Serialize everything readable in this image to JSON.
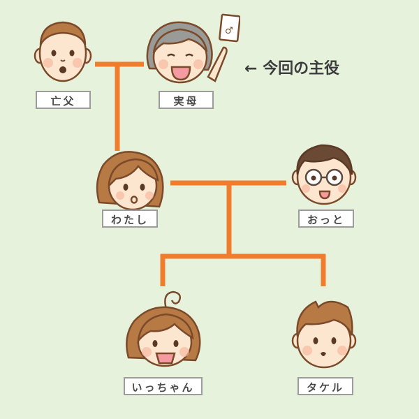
{
  "people": {
    "father": {
      "label": "亡父"
    },
    "mother": {
      "label": "実母"
    },
    "me": {
      "label": "わたし"
    },
    "husband": {
      "label": "おっと"
    },
    "daughter": {
      "label": "いっちゃん"
    },
    "son": {
      "label": "タケル"
    }
  },
  "annotation": {
    "arrow": "←",
    "text": "今回の主役"
  },
  "colors": {
    "background": "#e6f2dc",
    "line": "#f07d2e",
    "label_border": "#9c9c9c",
    "skin": "#fde6cf",
    "outline": "#7a4a2a",
    "hair_brown": "#b77a45",
    "hair_dark": "#6b4a35",
    "hair_gray": "#9a9a96"
  }
}
